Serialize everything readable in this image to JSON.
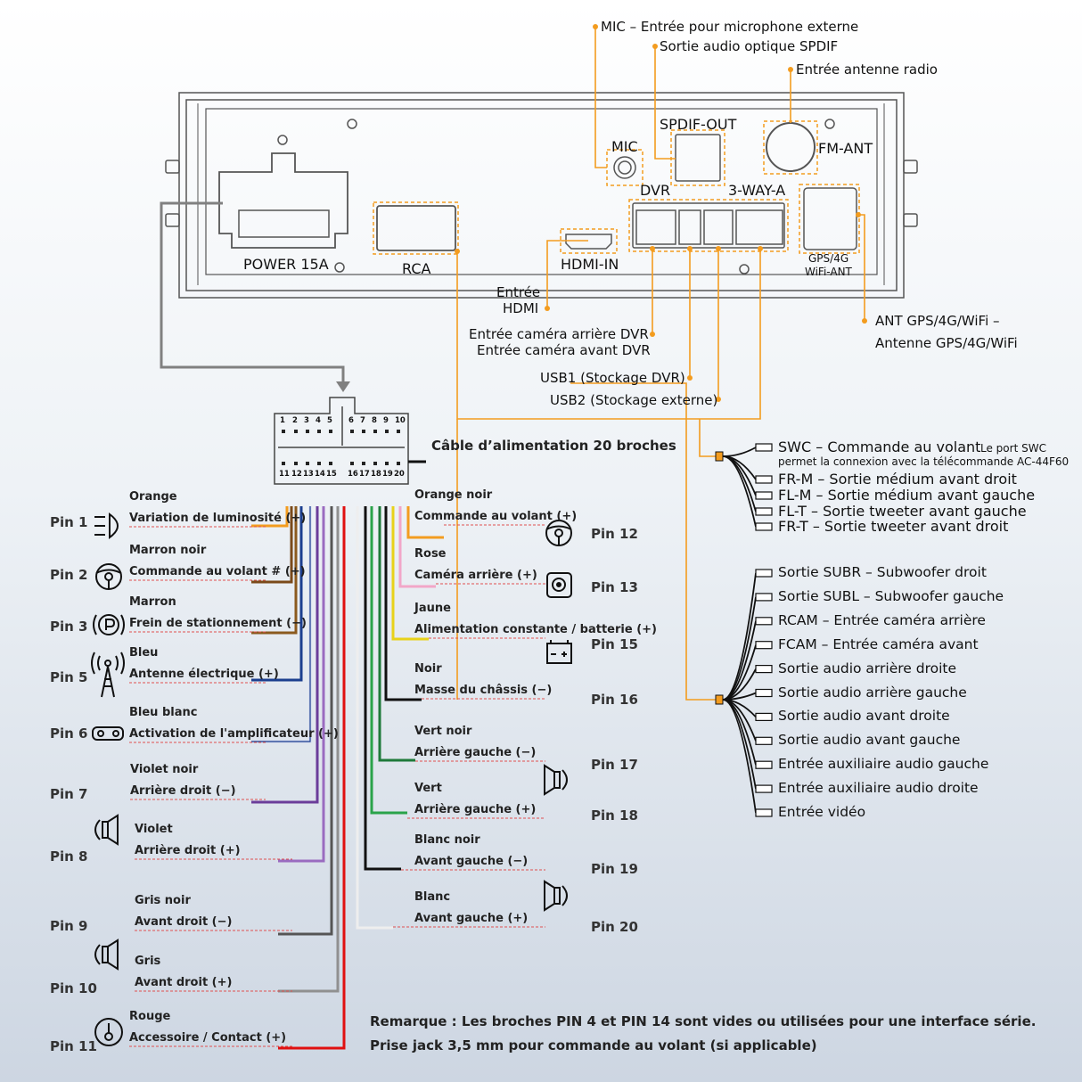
{
  "unit_ports": {
    "power": "POWER 15A",
    "rca": "RCA",
    "hdmi": "HDMI-IN",
    "mic": "MIC",
    "spdif": "SPDIF-OUT",
    "fm": "FM-ANT",
    "dvr": "DVR",
    "way3": "3-WAY-A",
    "gps_line1": "GPS/4G",
    "gps_line2": "WiFi-ANT"
  },
  "callouts": {
    "mic": "MIC – Entrée pour microphone externe",
    "spdif": "Sortie audio optique SPDIF",
    "fm": "Entrée antenne radio",
    "hdmi_line1": "Entrée",
    "hdmi_line2": "HDMI",
    "dvr_rear": "Entrée caméra arrière DVR",
    "dvr_front": "Entrée caméra avant DVR",
    "usb1": "USB1 (Stockage DVR)",
    "usb2": "USB2 (Stockage externe)",
    "gps_line1": "ANT GPS/4G/WiFi –",
    "gps_line2": "Antenne GPS/4G/WiFi"
  },
  "connector": {
    "top_numbers": [
      "1",
      "2",
      "3",
      "4",
      "5",
      "6",
      "7",
      "8",
      "9",
      "10"
    ],
    "bottom_numbers": [
      "11",
      "12",
      "13",
      "14",
      "15",
      "16",
      "17",
      "18",
      "19",
      "20"
    ],
    "title": "Câble d’alimentation 20 broches"
  },
  "pins_left": [
    {
      "pin": "Pin 1",
      "color_name": "Orange",
      "function": "Variation de luminosité (+)",
      "wire": "#f39c1f",
      "icon": "light-icon"
    },
    {
      "pin": "Pin 2",
      "color_name": "Marron noir",
      "function": "Commande au volant # (+)",
      "wire": "#7a4a1a",
      "icon": "steering-wheel-icon"
    },
    {
      "pin": "Pin 3",
      "color_name": "Marron",
      "function": "Frein de stationnement (−)",
      "wire": "#8b5a1e",
      "icon": "parking-brake-icon"
    },
    {
      "pin": "Pin 5",
      "color_name": "Bleu",
      "function": "Antenne électrique (+)",
      "wire": "#1c3f8f",
      "icon": "antenna-icon"
    },
    {
      "pin": "Pin 6",
      "color_name": "Bleu blanc",
      "function": "Activation de l'amplificateur (+)",
      "wire": "#2a4f9f",
      "icon": "amplifier-icon"
    },
    {
      "pin": "Pin 7",
      "color_name": "Violet noir",
      "function": "Arrière droit (−)",
      "wire": "#6b3d9a",
      "icon": "speaker-icon"
    },
    {
      "pin": "Pin 8",
      "color_name": "Violet",
      "function": "Arrière droit (+)",
      "wire": "#9a6bc0",
      "icon": ""
    },
    {
      "pin": "Pin 9",
      "color_name": "Gris noir",
      "function": "Avant droit (−)",
      "wire": "#555555",
      "icon": "speaker-icon"
    },
    {
      "pin": "Pin 10",
      "color_name": "Gris",
      "function": "Avant droit (+)",
      "wire": "#909090",
      "icon": ""
    },
    {
      "pin": "Pin 11",
      "color_name": "Rouge",
      "function": "Accessoire / Contact (+)",
      "wire": "#e01010",
      "icon": "ignition-key-icon"
    }
  ],
  "pins_right": [
    {
      "pin": "Pin 12",
      "color_name": "Orange noir",
      "function": "Commande au volant (+)",
      "wire": "#f39c1f",
      "icon": "steering-wheel-icon"
    },
    {
      "pin": "Pin 13",
      "color_name": "Rose",
      "function": "Caméra arrière (+)",
      "wire": "#f2a6c8",
      "icon": "camera-icon"
    },
    {
      "pin": "Pin 15",
      "color_name": "Jaune",
      "function": "Alimentation constante / batterie (+)",
      "wire": "#e8d21a",
      "icon": "battery-icon"
    },
    {
      "pin": "Pin 16",
      "color_name": "Noir",
      "function": "Masse du châssis (−)",
      "wire": "#111111",
      "icon": ""
    },
    {
      "pin": "Pin 17",
      "color_name": "Vert noir",
      "function": "Arrière gauche (−)",
      "wire": "#1e7a3a",
      "icon": "speaker-icon"
    },
    {
      "pin": "Pin 18",
      "color_name": "Vert",
      "function": "Arrière gauche (+)",
      "wire": "#2aa34a",
      "icon": ""
    },
    {
      "pin": "Pin 19",
      "color_name": "Blanc noir",
      "function": "Avant gauche (−)",
      "wire": "#111111",
      "icon": "speaker-icon"
    },
    {
      "pin": "Pin 20",
      "color_name": "Blanc",
      "function": "Avant gauche (+)",
      "wire": "#f2f2f2",
      "icon": ""
    }
  ],
  "harness_a": [
    {
      "label": "SWC – Commande au volant",
      "note_line1": "Le port SWC",
      "note_line2": "permet la connexion avec la télécommande AC-44F60"
    },
    {
      "label": "FR-M – Sortie médium avant droit"
    },
    {
      "label": "FL-M – Sortie médium avant gauche"
    },
    {
      "label": "FL-T – Sortie tweeter avant gauche"
    },
    {
      "label": "FR-T – Sortie tweeter avant droit"
    }
  ],
  "harness_b": [
    "Sortie SUBR – Subwoofer droit",
    "Sortie SUBL – Subwoofer gauche",
    "RCAM – Entrée caméra arrière",
    "FCAM – Entrée caméra avant",
    "Sortie audio arrière droite",
    "Sortie audio arrière gauche",
    "Sortie audio avant droite",
    "Sortie audio avant gauche",
    "Entrée auxiliaire audio gauche",
    "Entrée auxiliaire audio droite",
    "Entrée vidéo"
  ],
  "notes": {
    "line1": "Remarque : Les broches PIN 4 et PIN 14 sont vides ou utilisées pour une interface série.",
    "line2": "Prise jack 3,5 mm pour commande au volant (si applicable)"
  },
  "colors": {
    "accent_orange": "#f39c1f",
    "frame": "#555555",
    "dash_red": "#e05050"
  }
}
